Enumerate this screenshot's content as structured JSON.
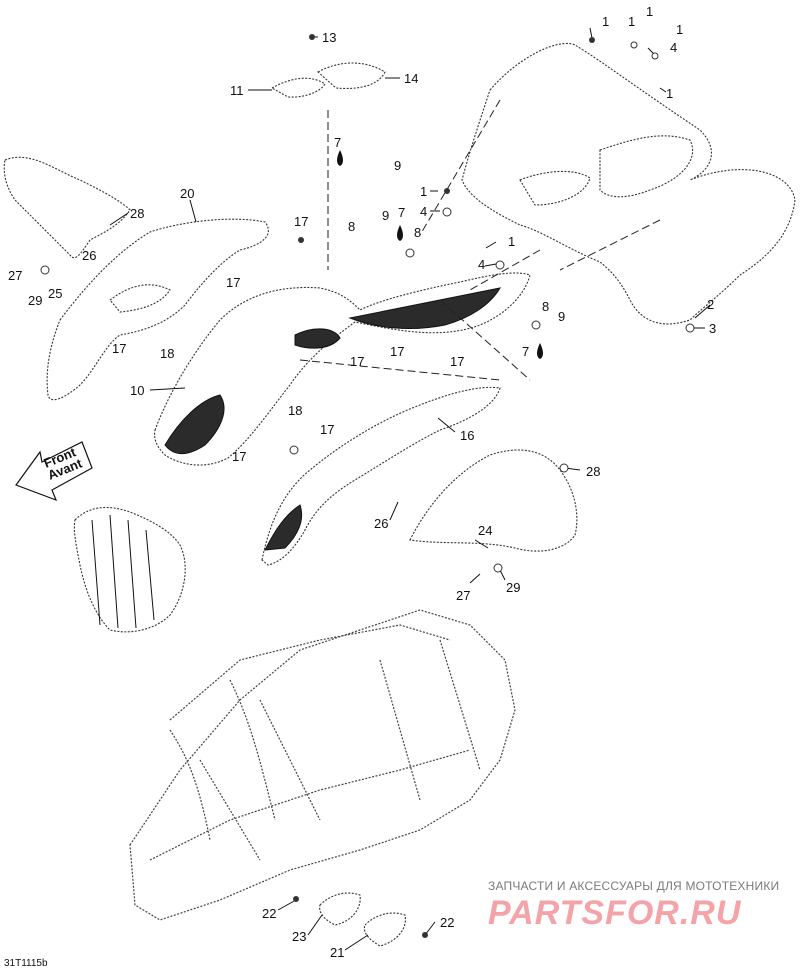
{
  "diagram": {
    "figure_code": "31T1115b",
    "front_label": "Front",
    "front_label_fr": "Avant",
    "callouts": [
      "1",
      "2",
      "3",
      "4",
      "7",
      "8",
      "9",
      "10",
      "11",
      "13",
      "14",
      "16",
      "17",
      "18",
      "20",
      "21",
      "22",
      "23",
      "24",
      "25",
      "26",
      "27",
      "28",
      "29"
    ]
  },
  "watermark": {
    "tagline": "ЗАПЧАСТИ И АКСЕССУАРЫ ДЛЯ МОТОТЕХНИКИ",
    "logo": "PARTSFOR.RU"
  }
}
